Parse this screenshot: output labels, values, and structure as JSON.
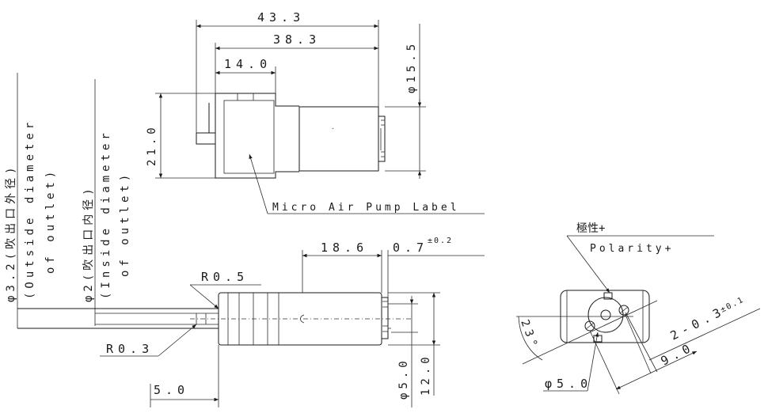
{
  "top_view": {
    "dim_overall_length": "43.3",
    "dim_body_length": "38.3",
    "dim_label_length": "14.0",
    "dim_height": "21.0",
    "dim_diameter": "φ15.5",
    "label_callout": "Micro Air Pump Label"
  },
  "outlet_notes": {
    "outside_diameter": "φ3.2(吹出口外径)",
    "outside_diameter_en_1": "(Outside diameter",
    "outside_diameter_en_2": "of outlet)",
    "inside_diameter": "φ2(吹出口内径)",
    "inside_diameter_en_1": "(Inside diameter",
    "inside_diameter_en_2": "of outlet)"
  },
  "side_view": {
    "dim_motor_length": "18.6",
    "dim_terminal": "0.7",
    "dim_terminal_tol": "±0.2",
    "radius_top": "R0.5",
    "radius_bottom": "R0.3",
    "dim_nozzle_length": "5.0",
    "dim_shaft_diameter": "φ5.0",
    "dim_body_diameter": "12.0"
  },
  "end_view": {
    "polarity_jp": "極性+",
    "polarity_en": "Polarity+",
    "dim_angle": "23°",
    "dim_holes": "2-0.3",
    "dim_holes_tol": "±0.1",
    "dim_hole_spacing": "9.0",
    "dim_center_diameter": "φ5.0"
  }
}
